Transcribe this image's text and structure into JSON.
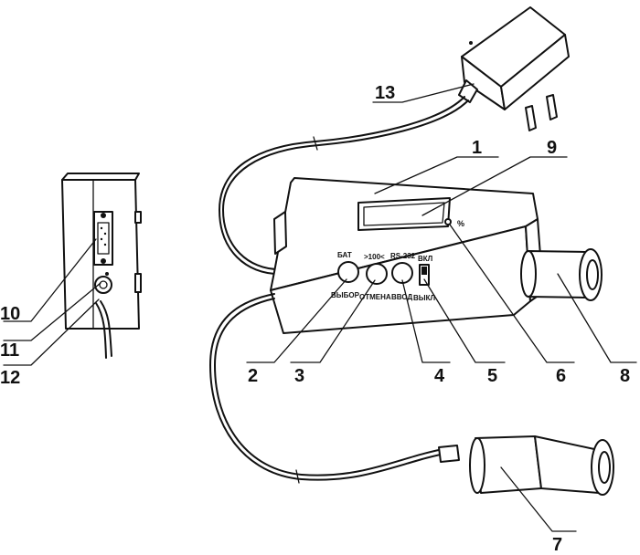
{
  "device_labels": {
    "bat": "БАТ",
    "range": ">100<",
    "rs232": "RS-232",
    "vkl": "ВКЛ",
    "vybor": "ВЫБОР",
    "otmena": "ОТМЕНА",
    "vvod": "ВВОД",
    "vykl": "ВЫКЛ",
    "percent": "%"
  },
  "callouts": {
    "c1": "1",
    "c2": "2",
    "c3": "3",
    "c4": "4",
    "c5": "5",
    "c6": "6",
    "c7": "7",
    "c8": "8",
    "c9": "9",
    "c10": "10",
    "c11": "11",
    "c12": "12",
    "c13": "13"
  }
}
